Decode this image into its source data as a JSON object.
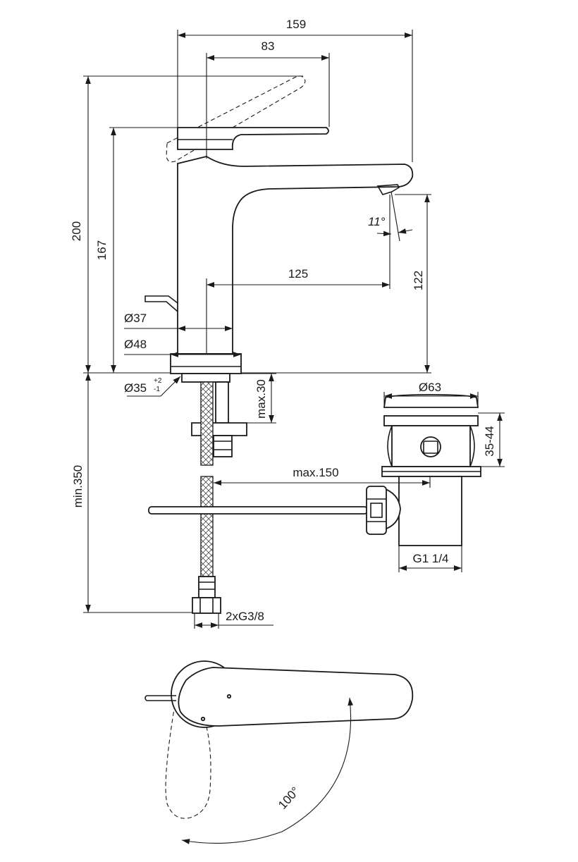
{
  "dimensions": {
    "total_length": "159",
    "lever_length": "83",
    "total_height": "200",
    "lever_height": "167",
    "spout_reach": "125",
    "spout_height": "122",
    "spout_angle": "11°",
    "body_diameter": "Ø37",
    "base_diameter": "Ø48",
    "hole_diameter_base": "Ø35",
    "hole_tol_plus": "+2",
    "hole_tol_minus": "-1",
    "max_deck_thickness": "max.30",
    "waste_diameter": "Ø63",
    "waste_range": "35-44",
    "pull_rod_max": "max.150",
    "waste_thread": "G1 1/4",
    "min_hose_length": "min.350",
    "connection_thread": "2xG3/8",
    "lever_rotation": "100°"
  }
}
